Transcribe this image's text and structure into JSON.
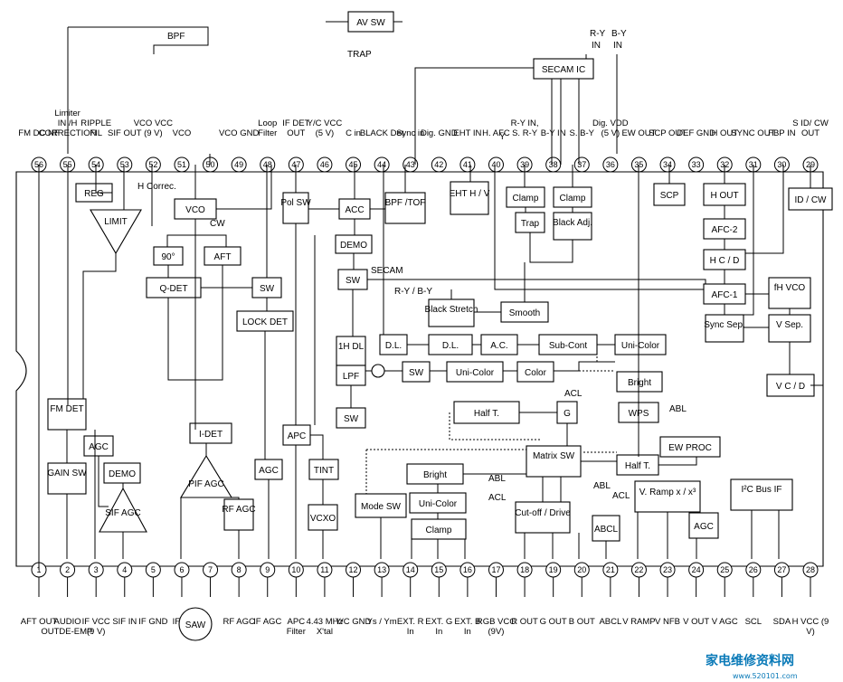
{
  "top_pins": [
    {
      "num": "56",
      "label": "FM DC NF"
    },
    {
      "num": "55",
      "label": "Limiter IN /H CORRECTION"
    },
    {
      "num": "54",
      "label": "RIPPLE FIL"
    },
    {
      "num": "53",
      "label": "SIF OUT"
    },
    {
      "num": "52",
      "label": "VCO VCC (9 V)"
    },
    {
      "num": "51",
      "label": "VCO"
    },
    {
      "num": "50",
      "label": ""
    },
    {
      "num": "49",
      "label": "VCO GND"
    },
    {
      "num": "48",
      "label": "Loop Filter"
    },
    {
      "num": "47",
      "label": "IF DET OUT"
    },
    {
      "num": "46",
      "label": "Y/C VCC (5 V)"
    },
    {
      "num": "45",
      "label": "C in"
    },
    {
      "num": "44",
      "label": "BLACK Det"
    },
    {
      "num": "43",
      "label": "Sync in"
    },
    {
      "num": "42",
      "label": "Dig. GND"
    },
    {
      "num": "41",
      "label": "EHT IN"
    },
    {
      "num": "40",
      "label": "H. AFC"
    },
    {
      "num": "39",
      "label": "R-Y IN, S. R-Y"
    },
    {
      "num": "38",
      "label": "B-Y IN"
    },
    {
      "num": "37",
      "label": "S. B-Y"
    },
    {
      "num": "36",
      "label": "Dig. VDD (5 V)"
    },
    {
      "num": "35",
      "label": "EW OUT"
    },
    {
      "num": "34",
      "label": "SCP OUT"
    },
    {
      "num": "33",
      "label": "DEF GND"
    },
    {
      "num": "32",
      "label": "H OUT"
    },
    {
      "num": "31",
      "label": "SYNC OUT"
    },
    {
      "num": "30",
      "label": "FBP IN"
    },
    {
      "num": "29",
      "label": "S ID/ CW OUT"
    }
  ],
  "bottom_pins": [
    {
      "num": "1",
      "label": "AFT OUT"
    },
    {
      "num": "2",
      "label": "AUDIO OUTDE-EMP."
    },
    {
      "num": "3",
      "label": "IF VCC (9 V)"
    },
    {
      "num": "4",
      "label": "SIF IN"
    },
    {
      "num": "5",
      "label": "IF GND"
    },
    {
      "num": "6",
      "label": "IF IN"
    },
    {
      "num": "7",
      "label": ""
    },
    {
      "num": "8",
      "label": "RF AGC"
    },
    {
      "num": "9",
      "label": "IF AGC"
    },
    {
      "num": "10",
      "label": "APC Filter"
    },
    {
      "num": "11",
      "label": "4.43 MHz X'tal"
    },
    {
      "num": "12",
      "label": "Y/C GND"
    },
    {
      "num": "13",
      "label": "Ys / Ym"
    },
    {
      "num": "14",
      "label": "EXT. R In"
    },
    {
      "num": "15",
      "label": "EXT. G In"
    },
    {
      "num": "16",
      "label": "EXT. B In"
    },
    {
      "num": "17",
      "label": "RGB VCC (9V)"
    },
    {
      "num": "18",
      "label": "R OUT"
    },
    {
      "num": "19",
      "label": "G OUT"
    },
    {
      "num": "20",
      "label": "B OUT"
    },
    {
      "num": "21",
      "label": "ABCL"
    },
    {
      "num": "22",
      "label": "V RAMP"
    },
    {
      "num": "23",
      "label": "V NFB"
    },
    {
      "num": "24",
      "label": "V OUT"
    },
    {
      "num": "25",
      "label": "V AGC"
    },
    {
      "num": "26",
      "label": "SCL"
    },
    {
      "num": "27",
      "label": "SDA"
    },
    {
      "num": "28",
      "label": "H VCC (9 V)"
    }
  ],
  "blocks": {
    "reg": "REG",
    "h_correc": "H Correc.",
    "limit": "LIMIT",
    "vco": "VCO",
    "cw": "CW",
    "deg90": "90°",
    "aft": "AFT",
    "qdet": "Q-DET",
    "sw_a": "SW",
    "lock_det": "LOCK DET",
    "pol_sw": "Pol SW",
    "acc": "ACC",
    "bpf_tof": "BPF /TOF",
    "demo_c": "DEMO",
    "sw_c": "SW",
    "secam": "SECAM",
    "ry_by": "R-Y / B-Y",
    "eht": "EHT H / V",
    "clamp1": "Clamp",
    "clamp2": "Clamp",
    "trap": "Trap",
    "black_adj": "Black Adj.",
    "scp": "SCP",
    "h_out": "H OUT",
    "id_cw": "ID / CW",
    "afc2": "AFC-2",
    "hcd": "H C / D",
    "afc1": "AFC-1",
    "fh_vco": "fH VCO",
    "black_stretch": "Black Stretch",
    "smooth": "Smooth",
    "sync_sep": "Sync Sep.",
    "v_sep": "V Sep.",
    "dl1": "D.L.",
    "dl2": "D.L.",
    "ac": "A.C.",
    "sub_cont": "Sub-Cont",
    "uni_color1": "Uni-Color",
    "h1_dl": "1H DL",
    "lpf": "LPF",
    "sw_d": "SW",
    "sw_e": "SW",
    "uni_color2": "Uni-Color",
    "color": "Color",
    "bright1": "Bright",
    "abl": "ABL",
    "vcd": "V C / D",
    "fm_det": "FM DET",
    "agc_a": "AGC",
    "i_det": "I-DET",
    "half_t1": "Half T.",
    "g": "G",
    "acl1": "ACL",
    "wps": "WPS",
    "apc": "APC",
    "gain_sw": "GAIN SW",
    "demo_a": "DEMO",
    "agc_b": "AGC",
    "tint": "TINT",
    "matrix_sw": "Matrix SW",
    "half_t2": "Half T.",
    "ew_proc": "EW PROC",
    "sif_agc": "SIF AGC",
    "pif_agc": "PIF AGC",
    "rf_agc": "RF AGC",
    "bright2": "Bright",
    "acl2": "ABL",
    "abl_acl_abl": "ABL",
    "abl_acl_acl": "ACL",
    "v_ramp": "V. Ramp x / x³",
    "i2c": "I²C Bus IF",
    "mode_sw": "Mode SW",
    "uni_color3": "Uni-Color",
    "acl3": "ACL",
    "cutoff": "Cut-off / Drive",
    "vcxo": "VCXO",
    "clamp3": "Clamp",
    "abcl": "ABCL",
    "agc_c": "AGC",
    "av_sw": "AV SW",
    "bpf_ext": "BPF",
    "trap_ext": "TRAP",
    "secam_ic": "SECAM IC",
    "saw": "SAW",
    "ry_in": "R-Y",
    "by_in": "B-Y",
    "in1": "IN",
    "in2": "IN",
    "acl_note": "ACL",
    "abl_note": "ABL",
    "y_label": "Y"
  },
  "watermark": {
    "cn": "家电维修资料网",
    "url": "www.520101.com"
  }
}
